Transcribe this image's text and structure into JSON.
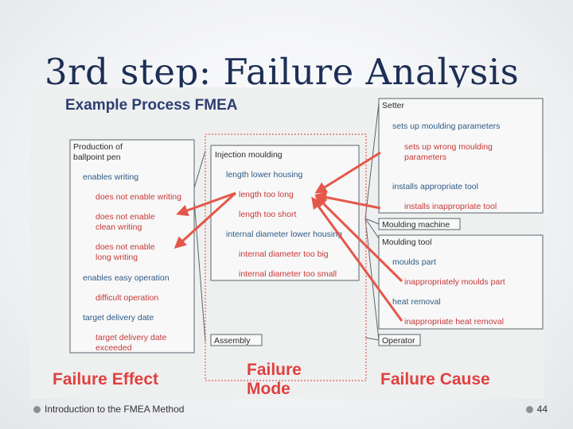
{
  "slide": {
    "title": "3rd step: Failure Analysis",
    "footer_text": "Introduction to the FMEA Method",
    "page_number": "44"
  },
  "figure": {
    "heading": "Example Process FMEA",
    "effect_box": {
      "header": [
        "Production of",
        "ballpoint pen"
      ],
      "function_1": "enables writing",
      "failure_1": "does not enable writing",
      "failure_2": [
        "does not enable",
        "clean writing"
      ],
      "failure_3": [
        "does not enable",
        "long writing"
      ],
      "function_2": "enables easy operation",
      "failure_4": "difficult operation",
      "function_3": "target delivery date",
      "failure_5": [
        "target delivery date",
        "exceeded"
      ]
    },
    "mode_box": {
      "header": "Injection moulding",
      "function_1": "length lower housing",
      "failure_1": "length too long",
      "failure_2": "length too short",
      "function_2": "internal diameter lower housing",
      "failure_3": "internal diameter too big",
      "failure_4": "internal diameter too small",
      "assembly": "Assembly"
    },
    "cause_box": {
      "setter_header": "Setter",
      "setter_function_1": "sets up moulding parameters",
      "setter_failure_1": [
        "sets up wrong moulding",
        "parameters"
      ],
      "setter_function_2": "installs appropriate tool",
      "setter_failure_2": "installs inappropriate tool",
      "machine_header": "Moulding machine",
      "tool_header": "Moulding tool",
      "tool_function_1": "moulds part",
      "tool_failure_1": "inappropriately moulds part",
      "tool_function_2": "heat removal",
      "tool_failure_2": "inappropriate heat removal",
      "operator_header": "Operator"
    },
    "labels": {
      "effect": "Failure Effect",
      "mode_line1": "Failure",
      "mode_line2": "Mode",
      "cause": "Failure Cause"
    }
  },
  "colors": {
    "title": "#1d2f55",
    "heading": "#2c3e73",
    "function_text": "#2f5a87",
    "failure_text": "#c8383a",
    "arrow": "#e5574a",
    "label": "#e04040",
    "box_border": "#59656f",
    "dashed": "#e06060"
  }
}
